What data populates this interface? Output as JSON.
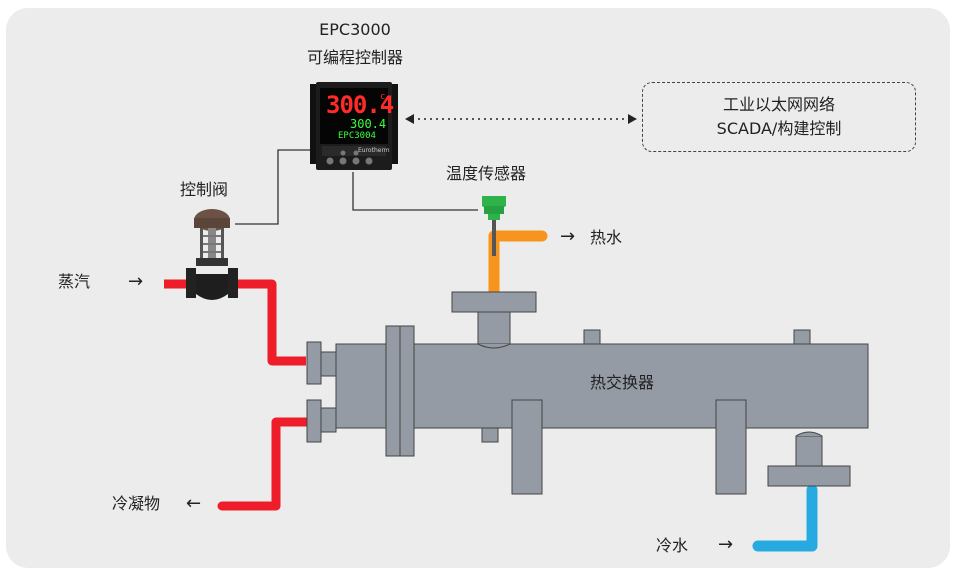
{
  "controller": {
    "model": "EPC3000",
    "name": "可编程控制器",
    "display_pv": "300.4",
    "display_unit": "c",
    "display_sp": "300.4",
    "display_model": "EPC3004",
    "brand": "Eurotherm",
    "colors": {
      "pv": "#ff2a2a",
      "sp": "#3cff3c",
      "bezel": "#1c1c1c"
    }
  },
  "network_box": {
    "line1": "工业以太网网络",
    "line2": "SCADA/构建控制"
  },
  "labels": {
    "control_valve": "控制阀",
    "temperature_sensor": "温度传感器",
    "steam": "蒸汽",
    "hot_water": "热水",
    "heat_exchanger": "热交换器",
    "condensate": "冷凝物",
    "cold_water": "冷水"
  },
  "arrows": {
    "steam": "→",
    "hot_water": "→",
    "condensate": "←",
    "cold_water": "→"
  },
  "colors": {
    "steam_pipe": "#ee1d2a",
    "hot_water_pipe": "#f7941d",
    "cold_water_pipe": "#27aae1",
    "vessel": "#949ba4",
    "sensor": "#2db34a",
    "valve": "#6b5244"
  }
}
